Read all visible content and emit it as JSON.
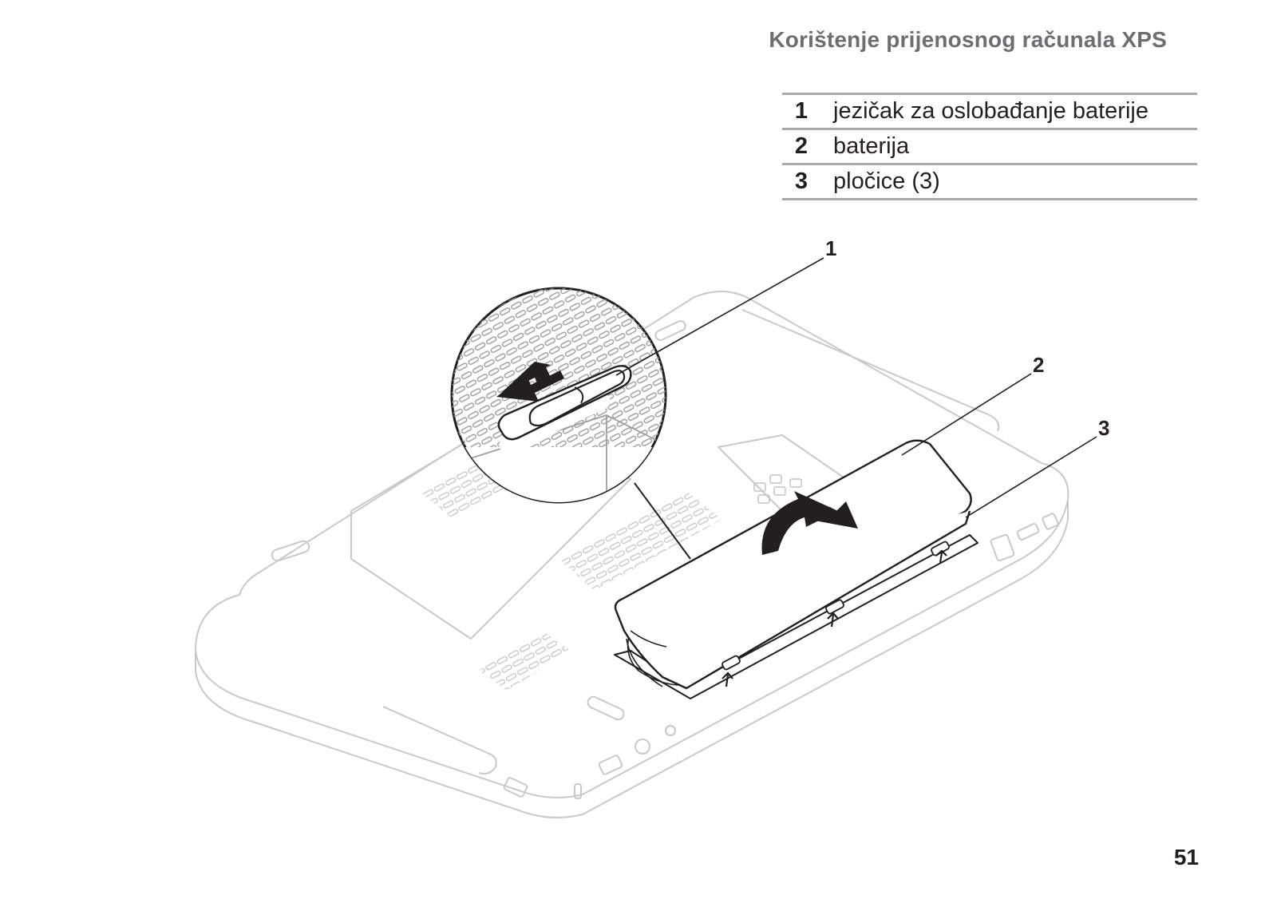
{
  "header": {
    "title": "Korištenje prijenosnog računala XPS"
  },
  "legend": [
    {
      "number": "1",
      "label": "jezičak za oslobađanje baterije"
    },
    {
      "number": "2",
      "label": "baterija"
    },
    {
      "number": "3",
      "label": "pločice (3)"
    }
  ],
  "figure": {
    "callouts": [
      "1",
      "2",
      "3"
    ]
  },
  "footer": {
    "page_number": "51"
  }
}
